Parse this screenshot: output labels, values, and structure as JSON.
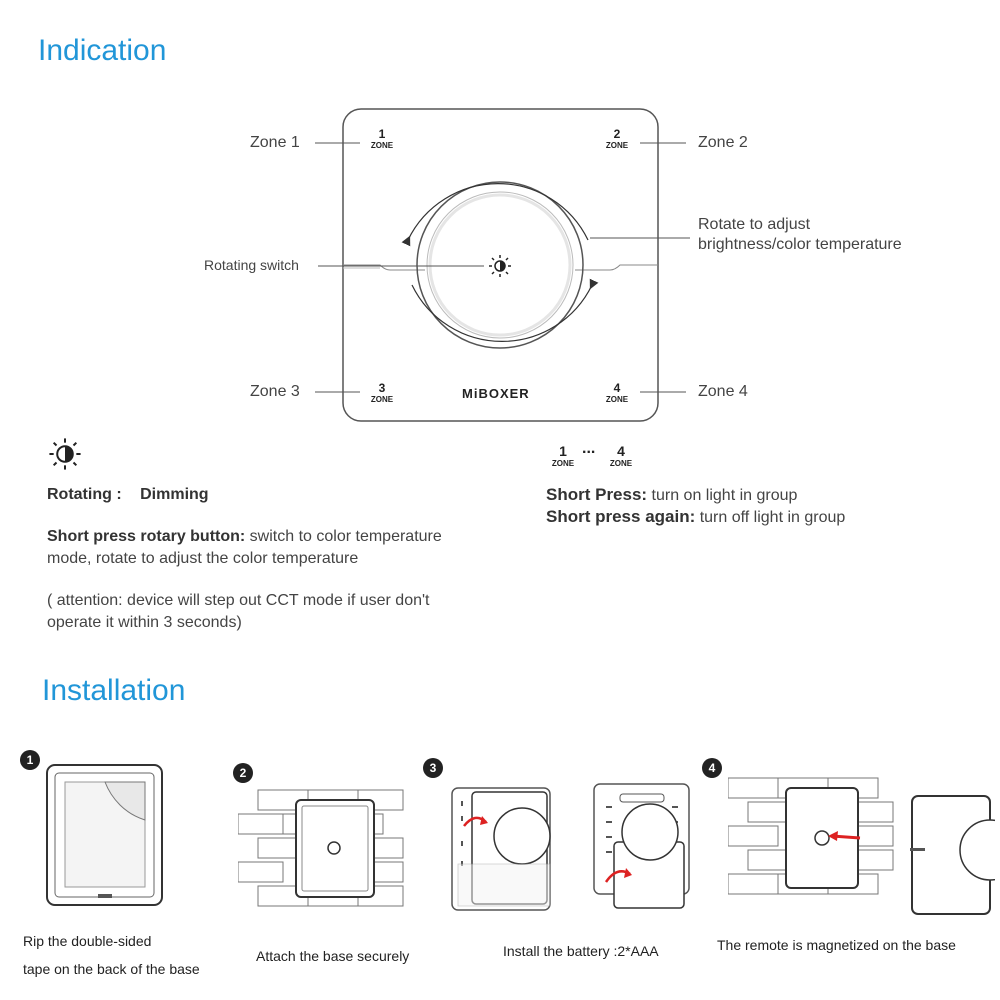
{
  "indication": {
    "title": "Indication",
    "zone1": "Zone 1",
    "zone2": "Zone 2",
    "zone3": "Zone 3",
    "zone4": "Zone 4",
    "rotating_switch": "Rotating switch",
    "rotate_line1": "Rotate to adjust",
    "rotate_line2": "brightness/color temperature",
    "device": {
      "zone1_num": "1",
      "zone2_num": "2",
      "zone3_num": "3",
      "zone4_num": "4",
      "zone_word": "ZONE",
      "brand": "MiBOXER"
    }
  },
  "legend_left": {
    "rotating_label": "Rotating :",
    "rotating_value": "Dimming",
    "short_press_label": "Short press rotary button:",
    "short_press_text": " switch to color temperature mode, rotate to adjust the color temperature",
    "attention": "( attention: device will step out CCT mode if user don't operate it within 3 seconds)"
  },
  "legend_right": {
    "zone_first": "1",
    "ellipsis": "...",
    "zone_last": "4",
    "zone_word": "ZONE",
    "short_press_label": "Short Press:",
    "short_press_text": " turn on light in group",
    "short_again_label": "Short press again:",
    "short_again_text": " turn off light in group"
  },
  "installation": {
    "title": "Installation",
    "steps": [
      {
        "num": "1",
        "caption_line1": "Rip the double-sided",
        "caption_line2": "tape on the back of the base"
      },
      {
        "num": "2",
        "caption": "Attach the base securely"
      },
      {
        "num": "3",
        "caption": "Install the battery :2*AAA"
      },
      {
        "num": "4",
        "caption": "The remote is magnetized on the base"
      }
    ]
  }
}
